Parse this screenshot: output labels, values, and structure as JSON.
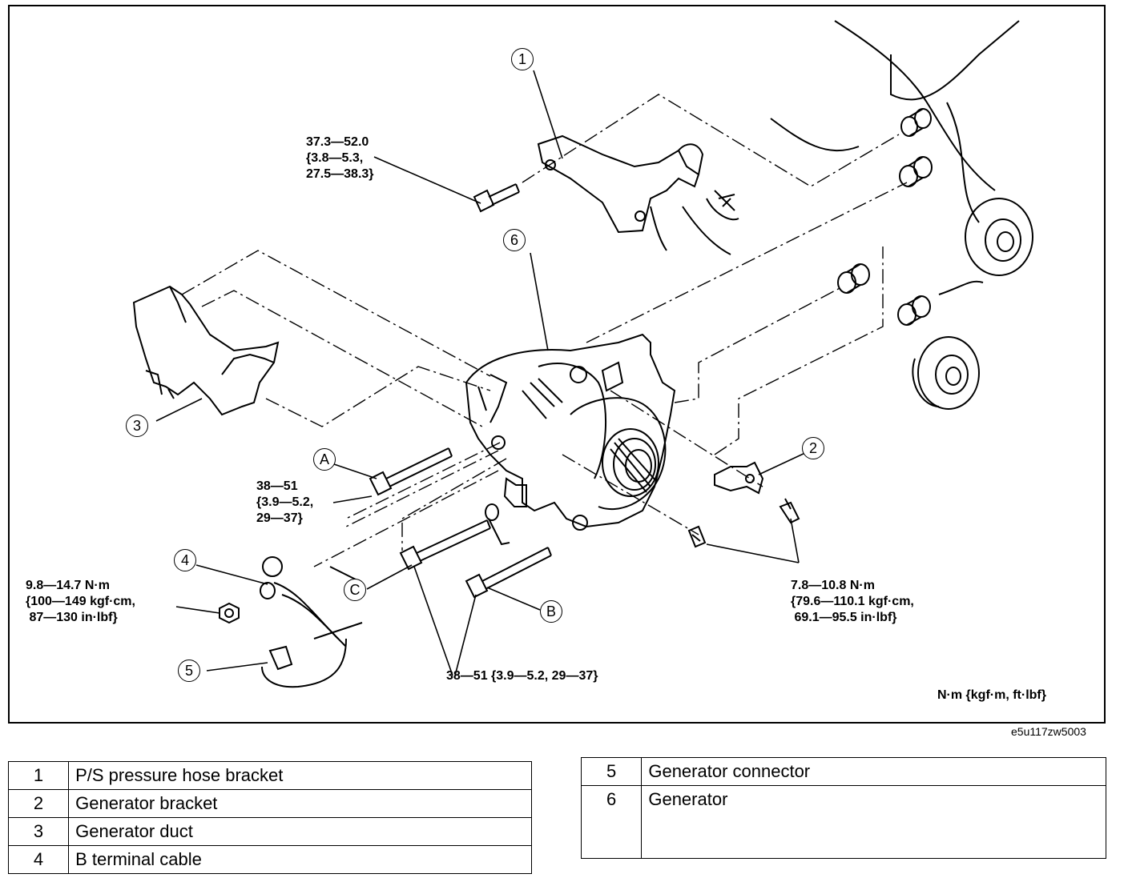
{
  "torque_specs": {
    "bracket_bolt": "37.3—52.0\n{3.8—5.3,\n27.5—38.3}",
    "bolt_a": "38—51\n{3.9—5.2,\n29—37}",
    "terminal_nut": "9.8—14.7 N·m\n{100—149 kgf·cm,\n 87—130 in·lbf}",
    "bolt_bc": "38—51 {3.9—5.2, 29—37}",
    "bracket_small_bolts": "7.8—10.8 N·m\n{79.6—110.1 kgf·cm,\n 69.1—95.5 in·lbf}",
    "units": "N·m {kgf·m, ft·lbf}"
  },
  "callouts": {
    "c1": "1",
    "c2": "2",
    "c3": "3",
    "c4": "4",
    "c5": "5",
    "c6": "6",
    "ca": "A",
    "cb": "B",
    "cc": "C"
  },
  "figure_code": "e5u117zw5003",
  "legend_left": [
    {
      "num": "1",
      "name": "P/S pressure hose bracket"
    },
    {
      "num": "2",
      "name": "Generator bracket"
    },
    {
      "num": "3",
      "name": "Generator duct"
    },
    {
      "num": "4",
      "name": "B terminal cable"
    }
  ],
  "legend_right": [
    {
      "num": "5",
      "name": "Generator connector"
    },
    {
      "num": "6",
      "name": "Generator"
    }
  ]
}
